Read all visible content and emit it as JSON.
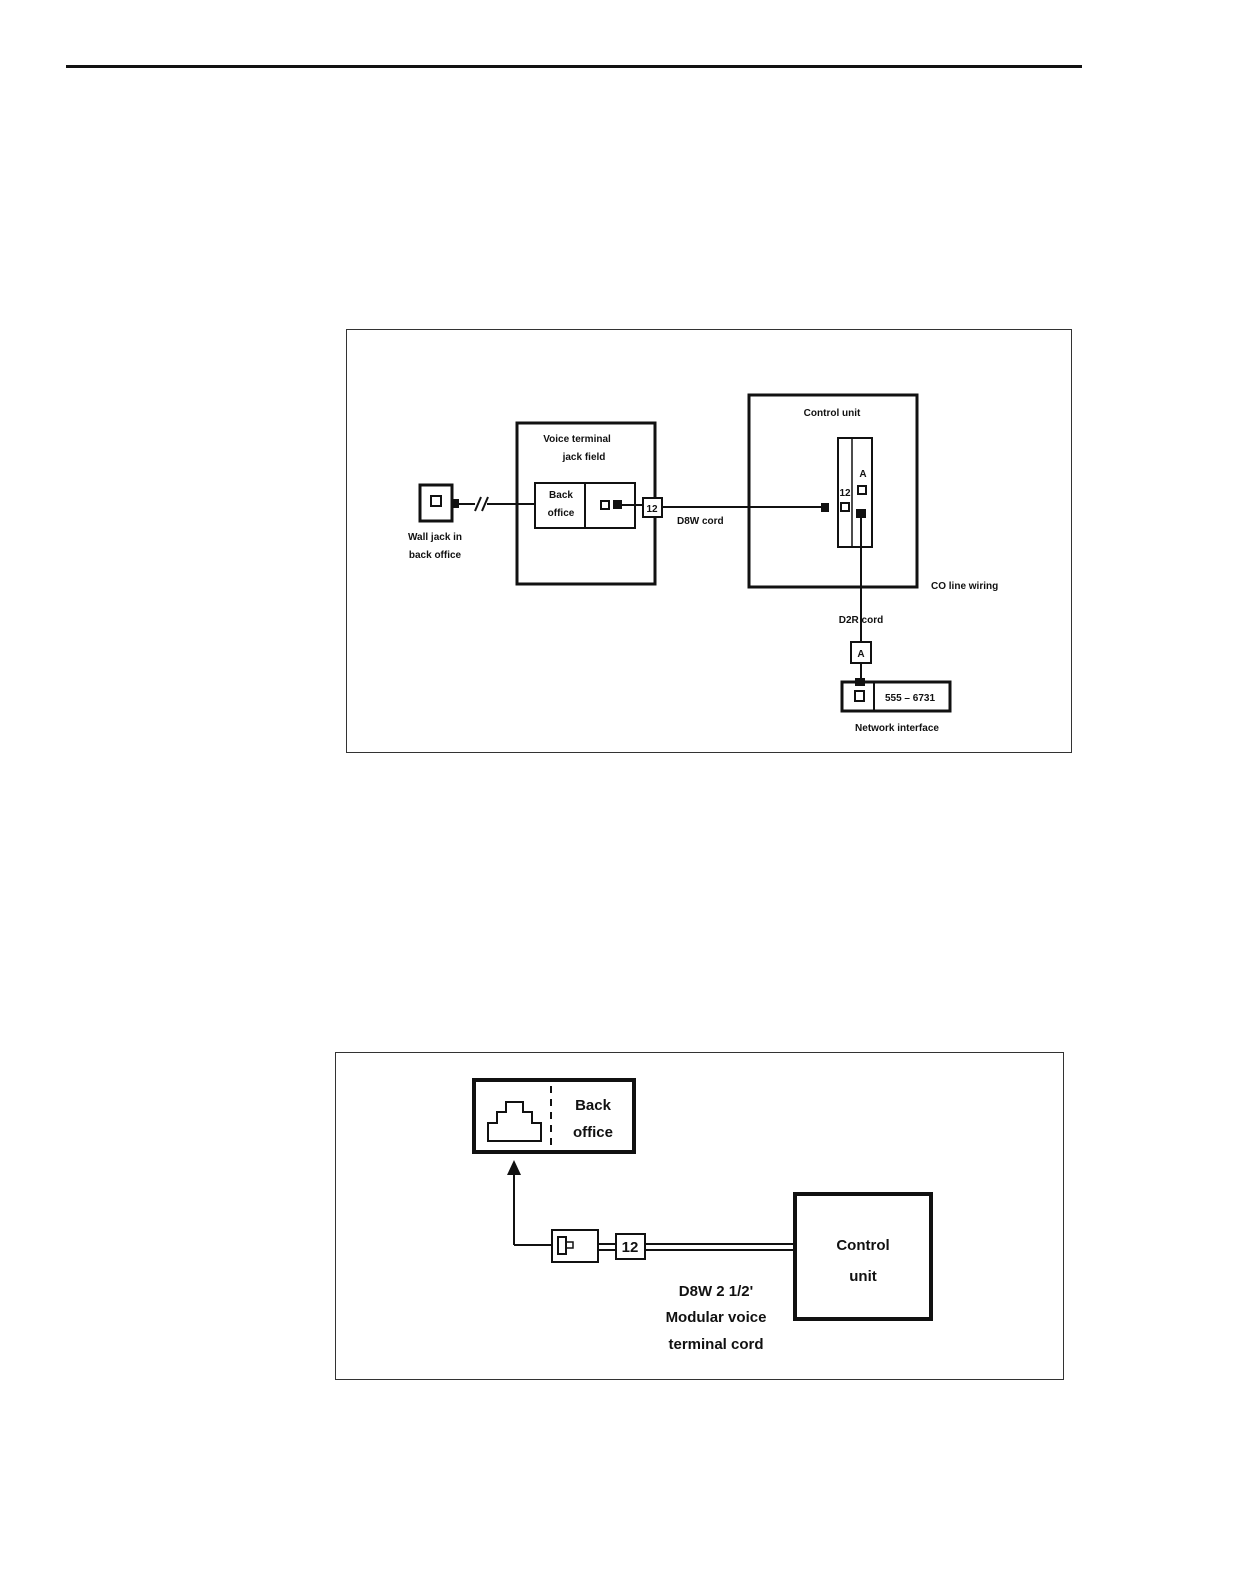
{
  "figure1": {
    "wall_jack_label": [
      "Wall jack in",
      "back office"
    ],
    "jack_field_label": [
      "Voice terminal",
      "jack field"
    ],
    "back_office_label": [
      "Back",
      "office"
    ],
    "port_12": "12",
    "d8w_cord": "D8W cord",
    "control_unit": "Control unit",
    "control_port_12": "12",
    "control_port_a": "A",
    "co_line_wiring": "CO line wiring",
    "d2r_cord": "D2R cord",
    "line_a": "A",
    "phone_number": "555 – 6731",
    "network_interface": "Network interface"
  },
  "figure2": {
    "back_office_label": [
      "Back",
      "office"
    ],
    "port_12": "12",
    "cord_label": [
      "D8W 2 1/2'",
      "Modular voice",
      "terminal cord"
    ],
    "control_unit_label": [
      "Control",
      "unit"
    ]
  }
}
